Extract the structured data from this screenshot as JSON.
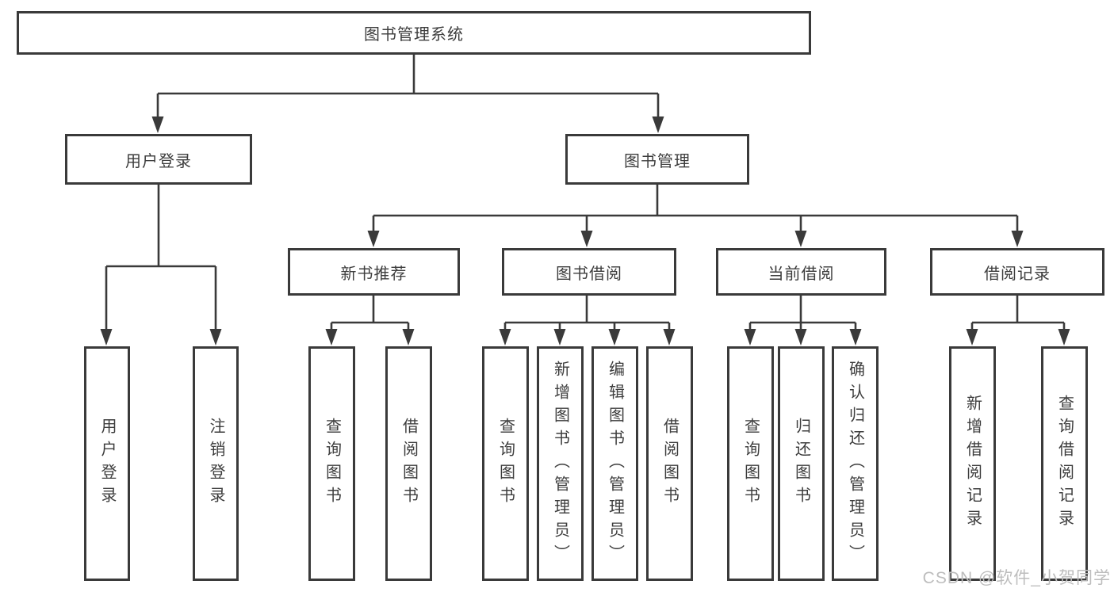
{
  "colors": {
    "line": "#3a3a3a",
    "text": "#3d3d3d",
    "watermark": "#bdbdbd",
    "background": "#ffffff"
  },
  "watermark": {
    "text": "CSDN @软件_小贺同学"
  },
  "tree": {
    "label": "图书管理系统",
    "children": [
      {
        "label": "用户登录",
        "children": [
          {
            "label": "用户登录"
          },
          {
            "label": "注销登录"
          }
        ]
      },
      {
        "label": "图书管理",
        "children": [
          {
            "label": "新书推荐",
            "children": [
              {
                "label": "查询图书"
              },
              {
                "label": "借阅图书"
              }
            ]
          },
          {
            "label": "图书借阅",
            "children": [
              {
                "label": "查询图书"
              },
              {
                "label": "新增图书（管理员）"
              },
              {
                "label": "编辑图书（管理员）"
              },
              {
                "label": "借阅图书"
              }
            ]
          },
          {
            "label": "当前借阅",
            "children": [
              {
                "label": "查询图书"
              },
              {
                "label": "归还图书"
              },
              {
                "label": "确认归还（管理员）"
              }
            ]
          },
          {
            "label": "借阅记录",
            "children": [
              {
                "label": "新增借阅记录"
              },
              {
                "label": "查询借阅记录"
              }
            ]
          }
        ]
      }
    ]
  }
}
